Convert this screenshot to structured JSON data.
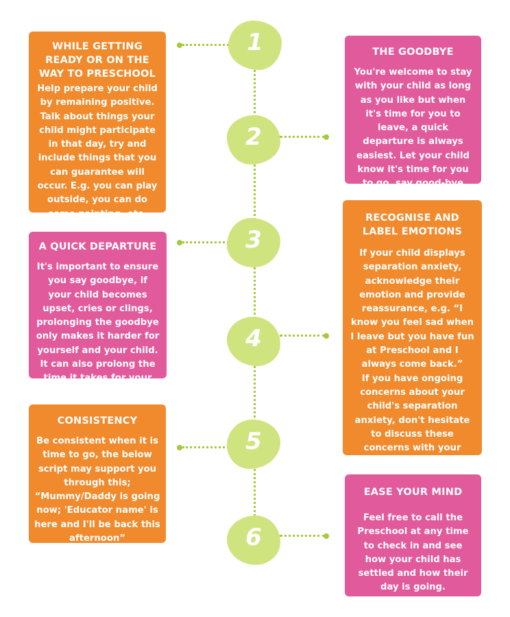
{
  "colors": {
    "orange": "#F08A2C",
    "pink": "#E15A9B",
    "green": "#CFE47F",
    "line": "#A4C93C"
  },
  "steps": [
    {
      "number": "1"
    },
    {
      "number": "2"
    },
    {
      "number": "3"
    },
    {
      "number": "4"
    },
    {
      "number": "5"
    },
    {
      "number": "6"
    }
  ],
  "cards": {
    "getting_ready": {
      "title": "WHILE GETTING READY OR ON THE WAY TO PRESCHOOL",
      "body": "Help prepare your child by remaining positive. Talk about things your child might participate in that day, try and include things that you can guarantee will occur. E.g. you can play outside, you can do some painting, etc."
    },
    "goodbye": {
      "title": "THE GOODBYE",
      "body": "You're welcome to stay with your child as long as you like but when it's time for you to leave, a quick departure is always easiest. Let your child know it's time for you to go, say good-bye and leave promptly."
    },
    "quick_departure": {
      "title": "A QUICK DEPARTURE",
      "body": "It's important to ensure you say goodbye, if your child becomes upset, cries or clings, prolonging the goodbye only makes it harder for yourself and your child. It can also prolong the time it takes for your child to settle."
    },
    "emotions": {
      "title": "RECOGNISE AND LABEL EMOTIONS",
      "body": "If your child displays separation anxiety, acknowledge their emotion and provide reassurance, e.g. “I know you feel sad when I leave but you have fun at Preschool and I always come back.”",
      "body2": "If you have ongoing concerns about your child's separation anxiety, don't hesitate to discuss these concerns with your child's Educators or the Preschool Director."
    },
    "consistency": {
      "title": "CONSISTENCY",
      "body": "Be consistent when it is time to go, the below script may support you through this; “Mummy/Daddy is going now; 'Educator name' is here and I'll be back this afternoon”"
    },
    "ease_mind": {
      "title": "EASE YOUR MIND",
      "body": "Feel free to call the Preschool at any time to check in and see how your child has settled and how their day is going."
    }
  }
}
